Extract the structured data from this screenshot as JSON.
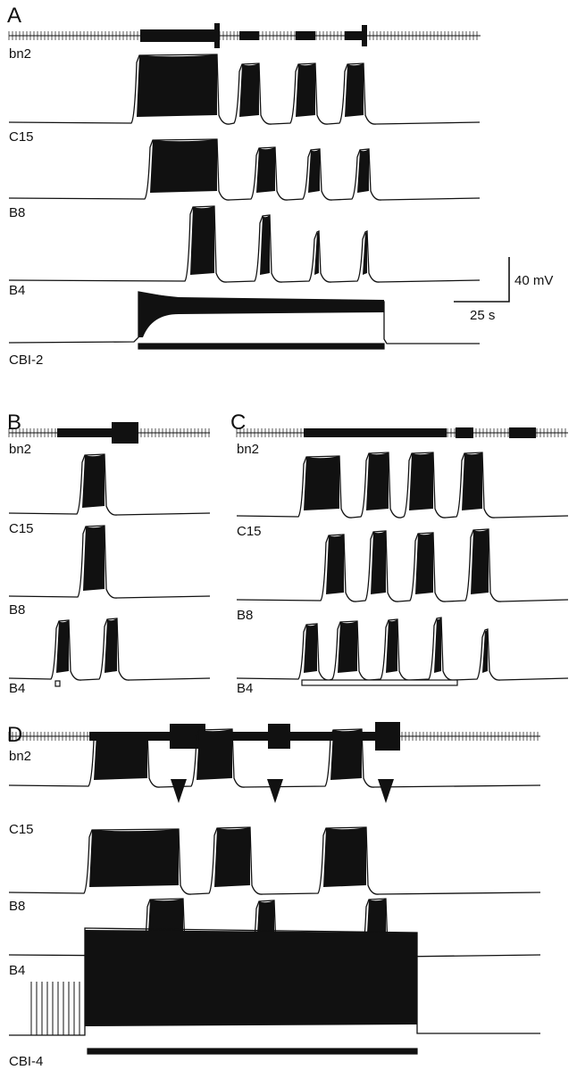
{
  "panels": {
    "A": {
      "label": "A",
      "traces": [
        "bn2",
        "C15",
        "B8",
        "B4",
        "CBI-2"
      ]
    },
    "B": {
      "label": "B",
      "traces": [
        "bn2",
        "C15",
        "B8",
        "B4"
      ]
    },
    "C": {
      "label": "C",
      "traces": [
        "bn2",
        "C15",
        "B8",
        "B4"
      ]
    },
    "D": {
      "label": "D",
      "traces": [
        "bn2",
        "C15",
        "B8",
        "B4",
        "CBI-4"
      ]
    }
  },
  "scale_bar": {
    "voltage": "40 mV",
    "time": "25 s"
  },
  "colors": {
    "ink": "#111111",
    "background": "#ffffff"
  }
}
